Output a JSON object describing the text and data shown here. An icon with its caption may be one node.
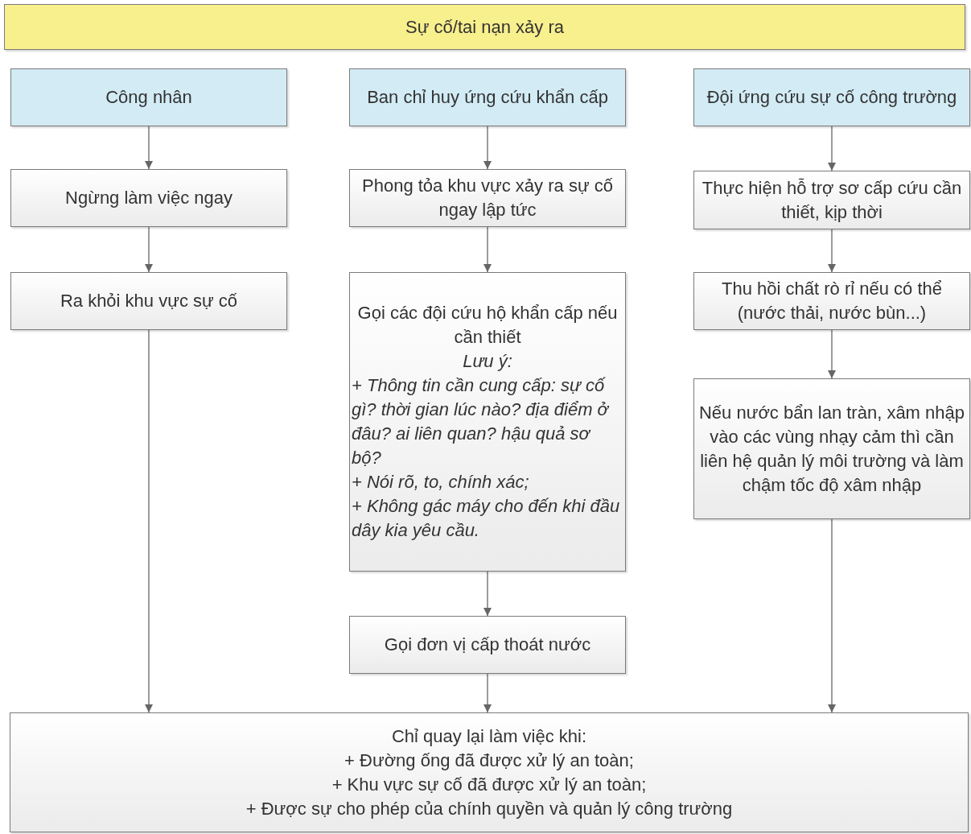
{
  "diagram": {
    "nodes": [
      {
        "text": [
          "Sự cố/tai nạn xảy ra"
        ]
      },
      {
        "text": [
          "Công nhân"
        ]
      },
      {
        "text": [
          "Ban chỉ huy ứng cứu khẩn cấp"
        ]
      },
      {
        "text": [
          "Đội ứng cứu sự cố công trường"
        ]
      },
      {
        "text": [
          "Ngừng làm việc ngay"
        ]
      },
      {
        "text": [
          "Phong tỏa khu vực xảy ra sự cố ngay lập tức"
        ]
      },
      {
        "text": [
          "Thực hiện hỗ trợ sơ cấp cứu cần thiết, kịp thời"
        ]
      },
      {
        "text": [
          "Ra khỏi khu vực sự cố"
        ]
      },
      {
        "text": [
          "Gọi các đội cứu hộ khẩn cấp nếu cần thiết",
          "Lưu ý:",
          "+ Thông tin cần cung cấp: sự cố gì? thời gian lúc nào? địa điểm ở đâu? ai liên quan? hậu quả sơ bộ?",
          "+ Nói rõ, to, chính xác;",
          "+ Không gác máy cho đến khi đầu dây kia yêu cầu."
        ]
      },
      {
        "text": [
          "Thu hồi chất rò rỉ nếu có thể (nước thải, nước bùn...)"
        ]
      },
      {
        "text": [
          "Nếu nước bẩn lan tràn, xâm nhập vào các vùng nhạy cảm thì cần liên hệ quản lý môi trường và làm chậm tốc độ xâm nhập"
        ]
      },
      {
        "text": [
          "Gọi đơn vị cấp thoát nước"
        ]
      },
      {
        "text": [
          "Chỉ quay lại làm việc khi:",
          "+ Đường ống đã được xử lý an toàn;",
          "+ Khu vực sự cố đã được xử lý an toàn;",
          "+ Được sự cho phép của chính quyền và quản lý công trường"
        ]
      }
    ],
    "edges": [
      {
        "from": 1,
        "to": 4,
        "arrow": "to"
      },
      {
        "from": 4,
        "to": 7,
        "arrow": "to"
      },
      {
        "from": 7,
        "to": 12,
        "arrow": "to"
      },
      {
        "from": 2,
        "to": 5,
        "arrow": "to"
      },
      {
        "from": 5,
        "to": 8,
        "arrow": "to"
      },
      {
        "from": 8,
        "to": 11,
        "arrow": "to"
      },
      {
        "from": 11,
        "to": 12,
        "arrow": "to"
      },
      {
        "from": 3,
        "to": 6,
        "arrow": "to"
      },
      {
        "from": 6,
        "to": 9,
        "arrow": "to"
      },
      {
        "from": 9,
        "to": 10,
        "arrow": "to"
      },
      {
        "from": 10,
        "to": 12,
        "arrow": "to"
      }
    ]
  }
}
